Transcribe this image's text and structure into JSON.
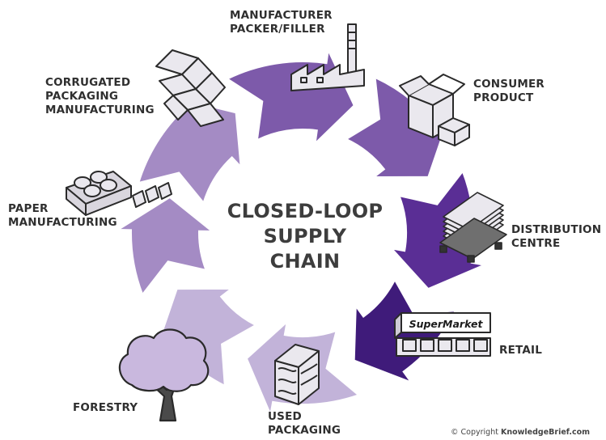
{
  "diagram": {
    "title_lines": [
      "CLOSED-LOOP",
      "SUPPLY",
      "CHAIN"
    ],
    "stages": [
      {
        "key": "manufacturer",
        "icon": "factory-icon",
        "lines": [
          "MANUFACTURER",
          "PACKER/FILLER"
        ]
      },
      {
        "key": "consumer",
        "icon": "boxes-icon",
        "lines": [
          "CONSUMER",
          "PRODUCT"
        ]
      },
      {
        "key": "distribution",
        "icon": "pallet-icon",
        "lines": [
          "DISTRIBUTION",
          "CENTRE"
        ]
      },
      {
        "key": "retail",
        "icon": "supermarket-icon",
        "lines": [
          "RETAIL"
        ]
      },
      {
        "key": "used_packaging",
        "icon": "bale-icon",
        "lines": [
          "USED",
          "PACKAGING"
        ]
      },
      {
        "key": "forestry",
        "icon": "tree-icon",
        "lines": [
          "FORESTRY"
        ]
      },
      {
        "key": "paper",
        "icon": "paper-mill-icon",
        "lines": [
          "PAPER",
          "MANUFACTURING"
        ]
      },
      {
        "key": "corrugated",
        "icon": "box-die-cut-icon",
        "lines": [
          "CORRUGATED",
          "PACKAGING",
          "MANUFACTURING"
        ]
      }
    ],
    "store_sign": "SuperMarket",
    "colors": {
      "darkest": "#3f1b7a",
      "dark": "#5a2e95",
      "mid": "#7d5aaa",
      "light": "#a48bc4",
      "lightest": "#c2b3d9",
      "icon_fill": "#eae8ee",
      "icon_stroke": "#2a2a2a"
    }
  },
  "footer": {
    "copyright_prefix": "© Copyright ",
    "copyright_brand": "KnowledgeBrief.com"
  }
}
